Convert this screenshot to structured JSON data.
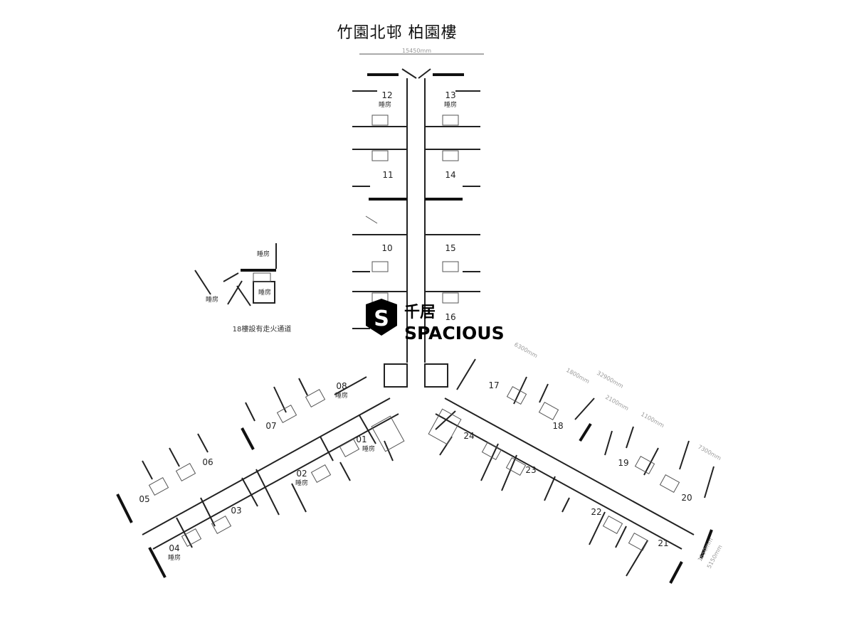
{
  "title": "竹園北邨  柏園樓",
  "dimension_top": "15450mm",
  "dimensions_right": [
    "6300mm",
    "1800mm",
    "32900mm",
    "2100mm",
    "1100mm",
    "7300mm",
    "1650mm",
    "5150mm"
  ],
  "units": [
    {
      "no": "01",
      "room": "睡房"
    },
    {
      "no": "02",
      "room": "睡房"
    },
    {
      "no": "03",
      "room": ""
    },
    {
      "no": "04",
      "room": "睡房"
    },
    {
      "no": "05",
      "room": ""
    },
    {
      "no": "06",
      "room": ""
    },
    {
      "no": "07",
      "room": ""
    },
    {
      "no": "08",
      "room": "睡房"
    },
    {
      "no": "10",
      "room": ""
    },
    {
      "no": "11",
      "room": ""
    },
    {
      "no": "12",
      "room": "睡房"
    },
    {
      "no": "13",
      "room": "睡房"
    },
    {
      "no": "14",
      "room": ""
    },
    {
      "no": "15",
      "room": ""
    },
    {
      "no": "16",
      "room": ""
    },
    {
      "no": "17",
      "room": ""
    },
    {
      "no": "18",
      "room": ""
    },
    {
      "no": "19",
      "room": ""
    },
    {
      "no": "20",
      "room": ""
    },
    {
      "no": "21",
      "room": ""
    },
    {
      "no": "22",
      "room": ""
    },
    {
      "no": "23",
      "room": ""
    },
    {
      "no": "24",
      "room": ""
    }
  ],
  "inset": {
    "room_labels": [
      "睡房",
      "睡房",
      "睡房"
    ],
    "caption": "18樓設有走火通道"
  },
  "watermark": {
    "chinese": "千居",
    "english": "SPACIOUS",
    "logo_letter": "S"
  }
}
